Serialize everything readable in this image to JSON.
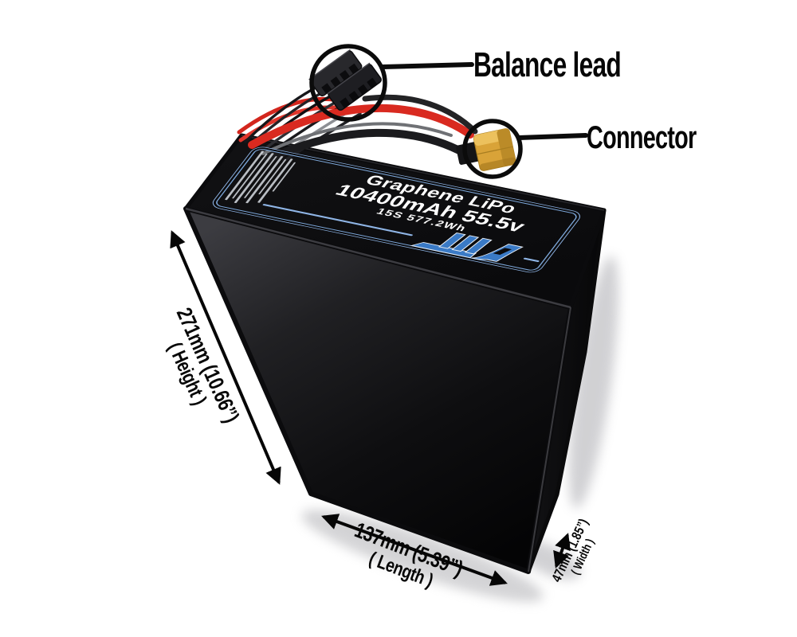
{
  "battery_label": {
    "product_line": "Graphene LiPo",
    "capacity_voltage": "10400mAh 55.5v",
    "config_energy": "15S 577.2Wh",
    "logo_icon": "maxamps-m-logo",
    "border_color": "#8fb5e6",
    "text_color": "#ffffff",
    "logo_color": "#3a7ac6"
  },
  "callouts": {
    "balance_lead": {
      "label": "Balance lead"
    },
    "connector": {
      "label": "Connector"
    }
  },
  "dimensions": {
    "height": {
      "value": "271mm (10.66”)",
      "label": "( Height )"
    },
    "length": {
      "value": "137mm (5.39”)",
      "label": "( Length )"
    },
    "width": {
      "value": "47mm (1.85”)",
      "label": "( Width )"
    }
  },
  "colors": {
    "background": "#ffffff",
    "battery_body": "#0c0c0e",
    "annotation_text": "#060606",
    "wire_red": "#d92a20",
    "wire_black": "#1b1b1e",
    "connector_yellow": "#d9a338"
  },
  "icons": {
    "balance_plug": "balance-plug-icon",
    "power_connector": "xt90-connector-icon",
    "arrows": "dimension-arrow-icon"
  }
}
